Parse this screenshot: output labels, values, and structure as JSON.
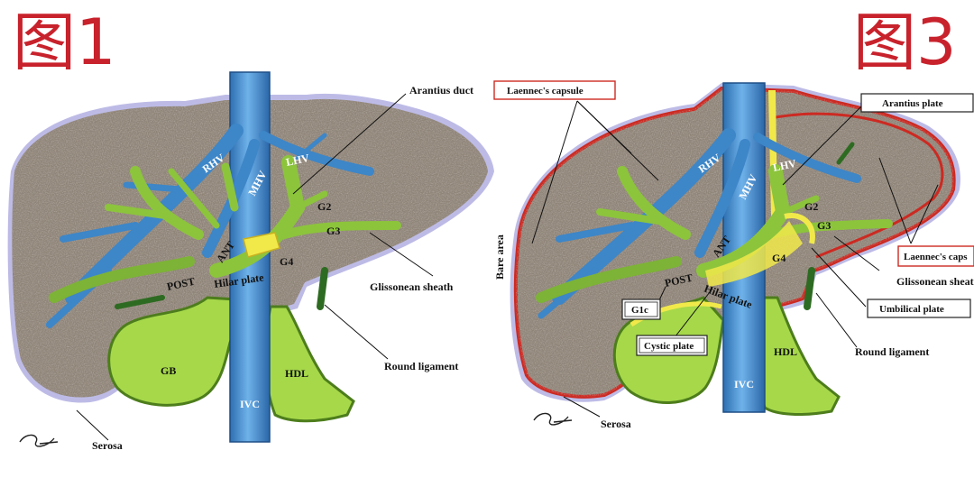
{
  "titles": {
    "left": "图1",
    "right": "图3"
  },
  "figure1": {
    "labels": {
      "arantius_duct": "Arantius duct",
      "rhv": "RHV",
      "mhv": "MHV",
      "lhv": "LHV",
      "g2": "G2",
      "g3": "G3",
      "g4": "G4",
      "ant": "ANT",
      "post": "POST",
      "hilar_plate": "Hilar plate",
      "glissonean_sheath": "Glissonean sheath",
      "round_ligament": "Round ligament",
      "gb": "GB",
      "hdl": "HDL",
      "ivc": "IVC",
      "serosa": "Serosa"
    }
  },
  "figure3": {
    "labels": {
      "laennecs_capsule_top": "Laennec's capsule",
      "arantius_plate": "Arantius plate",
      "rhv": "RHV",
      "mhv": "MHV",
      "lhv": "LHV",
      "g2": "G2",
      "g3": "G3",
      "g4": "G4",
      "ant": "ANT",
      "post": "POST",
      "bare_area": "Bare area",
      "laennecs_capsule_right": "Laennec's caps",
      "glissonean_sheath": "Glissonean sheat",
      "umbilical_plate": "Umbilical plate",
      "g1c": "G1c",
      "hilar_plate": "Hilar plate",
      "cystic_plate": "Cystic plate",
      "round_ligament": "Round ligament",
      "hdl": "HDL",
      "ivc": "IVC",
      "serosa": "Serosa"
    }
  },
  "colors": {
    "title_red": "#c8222c",
    "parenchyma": "#8f8478",
    "hepatic_vein_blue": "#3d86c8",
    "glisson_green": "#8cc43c",
    "capsule_red": "#cc2a22",
    "plate_yellow": "#f1e94a",
    "serosa_lavender": "#a8a6e0"
  }
}
